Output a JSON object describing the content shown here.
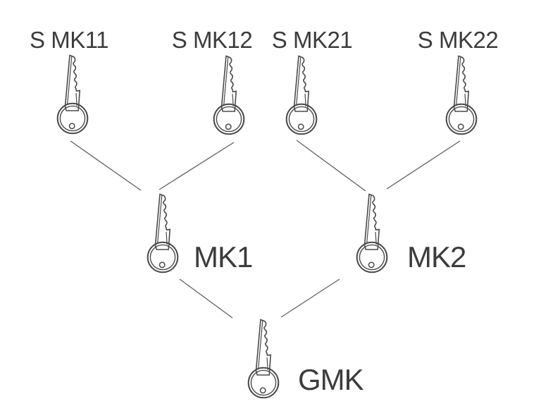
{
  "diagram": {
    "type": "master-key-hierarchy",
    "background": "#ffffff",
    "colors": {
      "text": "#3c3c3c",
      "key_outline": "#4a4a4a",
      "connector": "#606060"
    },
    "levels": {
      "sub_master_keys": [
        {
          "label": "S MK11"
        },
        {
          "label": "S MK12"
        },
        {
          "label": "S MK21"
        },
        {
          "label": "S MK22"
        }
      ],
      "master_keys": [
        {
          "label": "MK1"
        },
        {
          "label": "MK2"
        }
      ],
      "grand_master_key": {
        "label": "GMK"
      }
    },
    "connections": [
      {
        "from": "S MK11",
        "to": "MK1"
      },
      {
        "from": "S MK12",
        "to": "MK1"
      },
      {
        "from": "S MK21",
        "to": "MK2"
      },
      {
        "from": "S MK22",
        "to": "MK2"
      },
      {
        "from": "MK1",
        "to": "GMK"
      },
      {
        "from": "MK2",
        "to": "GMK"
      }
    ]
  }
}
